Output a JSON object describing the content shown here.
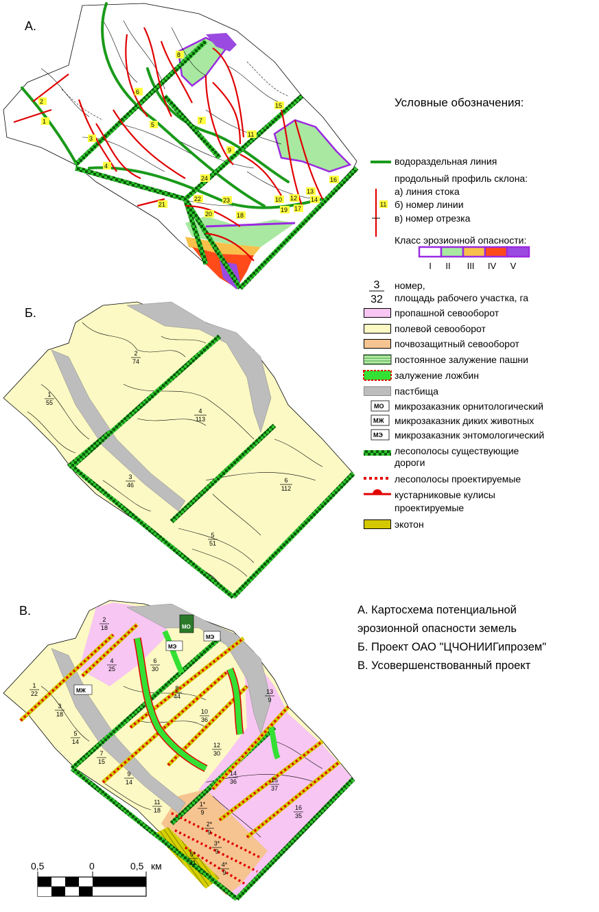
{
  "panels": {
    "a": "А.",
    "b": "Б.",
    "c": "В."
  },
  "legend": {
    "title": "Условные обозначения:",
    "watershed": "водораздельная линия",
    "profile_head": "продольный профиль склона:",
    "profile_a": "а) линия стока",
    "profile_b": "б) номер линии",
    "profile_c": "в) номер отрезка",
    "profile_sample_num": "11",
    "erosion_class_title": "Класс эрозионной опасности:",
    "erosion_classes": [
      "I",
      "II",
      "III",
      "IV",
      "V"
    ],
    "plot_num_example": "3",
    "plot_area_example": "32",
    "plot_num_label": "номер,",
    "plot_area_label": "площадь рабочего участка, га",
    "row_crop": "пропашной севооборот",
    "field_crop": "полевой севооборот",
    "soil_protect": "почвозащитный севооборот",
    "grassing": "постоянное залужение пашни",
    "hollow_grassing": "залужение ложбин",
    "pasture": "пастбища",
    "mo_tag": "МО",
    "mzh_tag": "МЖ",
    "me_tag": "МЭ",
    "micro_orn": "микрозаказник орнитологический",
    "micro_wild": "микрозаказник диких животных",
    "micro_ento": "микрозаказник энтомологический",
    "belts_exist_1": "лесополосы существующие",
    "belts_exist_2": "дороги",
    "belts_proj": "лесополосы проектируемые",
    "shrub_1": "кустарниковые кулисы",
    "shrub_2": "проектируемые",
    "ecotone": "экотон"
  },
  "colors": {
    "row_crop": "#f7c6f2",
    "field_crop": "#fcf9c4",
    "soil_protect": "#f6c490",
    "grassing": "#8fdc7a",
    "pasture": "#bdbdbd",
    "ecotone": "#d4c800",
    "watershed": "#1a9a1a",
    "flow": "#e00000",
    "class_I": "#ffffff",
    "class_II": "#a8e8a0",
    "class_III": "#f8c04a",
    "class_IV": "#ff4a1a",
    "class_V": "#9a4ae0",
    "class_border": "#9a2ae0"
  },
  "map_a": {
    "line_numbers": [
      "1",
      "2",
      "3",
      "4",
      "5",
      "6",
      "7",
      "8",
      "9",
      "10",
      "11",
      "12",
      "13",
      "14",
      "15",
      "16",
      "17",
      "18",
      "19",
      "20",
      "21",
      "22",
      "23",
      "24"
    ]
  },
  "map_b": {
    "plots": [
      {
        "num": "1",
        "area": "55"
      },
      {
        "num": "2",
        "area": "74"
      },
      {
        "num": "3",
        "area": "46"
      },
      {
        "num": "4",
        "area": "113"
      },
      {
        "num": "5",
        "area": "51"
      },
      {
        "num": "6",
        "area": "112"
      }
    ]
  },
  "map_c": {
    "plots": [
      {
        "num": "1",
        "area": "22"
      },
      {
        "num": "2",
        "area": "18"
      },
      {
        "num": "3",
        "area": "18"
      },
      {
        "num": "4",
        "area": "25"
      },
      {
        "num": "5",
        "area": "14"
      },
      {
        "num": "6",
        "area": "30"
      },
      {
        "num": "7",
        "area": "15"
      },
      {
        "num": "8",
        "area": "44"
      },
      {
        "num": "9",
        "area": "14"
      },
      {
        "num": "10",
        "area": "36"
      },
      {
        "num": "11",
        "area": "18"
      },
      {
        "num": "12",
        "area": "30"
      },
      {
        "num": "13",
        "area": "9"
      },
      {
        "num": "14",
        "area": "36"
      },
      {
        "num": "15",
        "area": "37"
      },
      {
        "num": "16",
        "area": "35"
      },
      {
        "num": "1*",
        "area": "9"
      },
      {
        "num": "2*",
        "area": "9"
      },
      {
        "num": "3*",
        "area": "9"
      },
      {
        "num": "4*",
        "area": "9"
      },
      {
        "num": "5*",
        "area": "11"
      }
    ],
    "tags": {
      "mo": "МО",
      "mzh": "МЖ",
      "me": "МЭ"
    }
  },
  "scale": {
    "left": "0,5",
    "mid": "0",
    "right": "0,5",
    "unit": "км"
  },
  "captions": {
    "a_line1": "А. Картосхема потенциальной",
    "a_line2": "эрозионной опасности земель",
    "b": "Б. Проект ОАО \"ЦЧОНИИГипрозем\"",
    "c": "В. Усовершенствованный проект"
  }
}
